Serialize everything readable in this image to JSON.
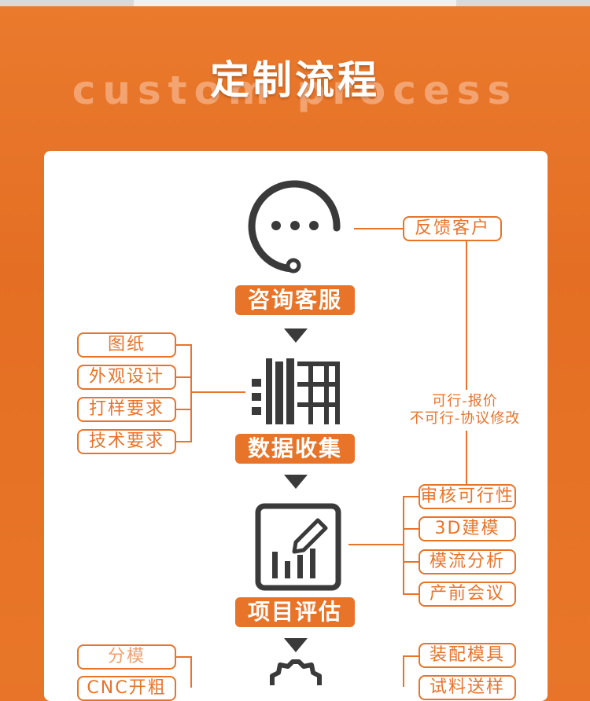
{
  "header": {
    "title_cn": "定制流程",
    "title_en": "custom process"
  },
  "steps": [
    {
      "label": "咨询客服",
      "icon": "chat-headset-icon"
    },
    {
      "label": "数据收集",
      "icon": "building-icon"
    },
    {
      "label": "项目评估",
      "icon": "report-chart-icon"
    },
    {
      "label": "",
      "icon": "gear-icon"
    }
  ],
  "feedback": {
    "tag": "反馈客户",
    "note_line1": "可行-报价",
    "note_line2": "不可行-协议修改"
  },
  "data_collection_tags": [
    "图纸",
    "外观设计",
    "打样要求",
    "技术要求"
  ],
  "evaluation_tags": [
    "审核可行性",
    "3D建模",
    "模流分析",
    "产前会议"
  ],
  "bottom_left_tags": [
    "分模",
    "CNC开粗"
  ],
  "bottom_right_tags": [
    "装配模具",
    "试料送样"
  ],
  "colors": {
    "accent": "#e8742a",
    "icon": "#3a3a3a"
  }
}
